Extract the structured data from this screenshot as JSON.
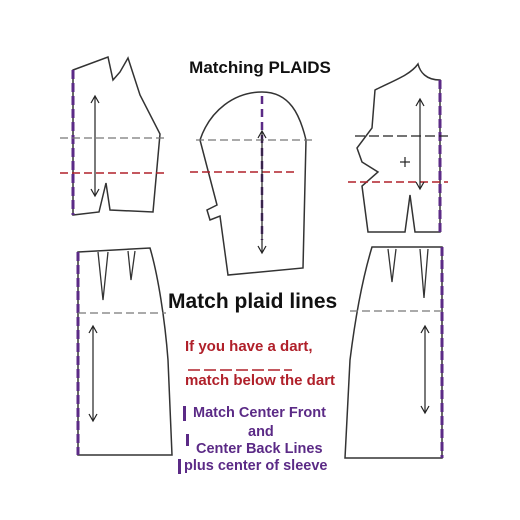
{
  "title": "Matching PLAIDS",
  "match_plaid_lines": "Match plaid lines",
  "dart_note": {
    "line1": "If you have a dart,",
    "line2": "match below the dart"
  },
  "center_note": {
    "line1": "Match Center Front",
    "line2": "and",
    "line3": "Center Back Lines",
    "line4": "plus center of sleeve"
  },
  "colors": {
    "outline": "#333333",
    "plaid_red": "#b0202a",
    "plaid_gray": "#777777",
    "center_purple": "#5b2a86",
    "text_dark": "#111111"
  }
}
